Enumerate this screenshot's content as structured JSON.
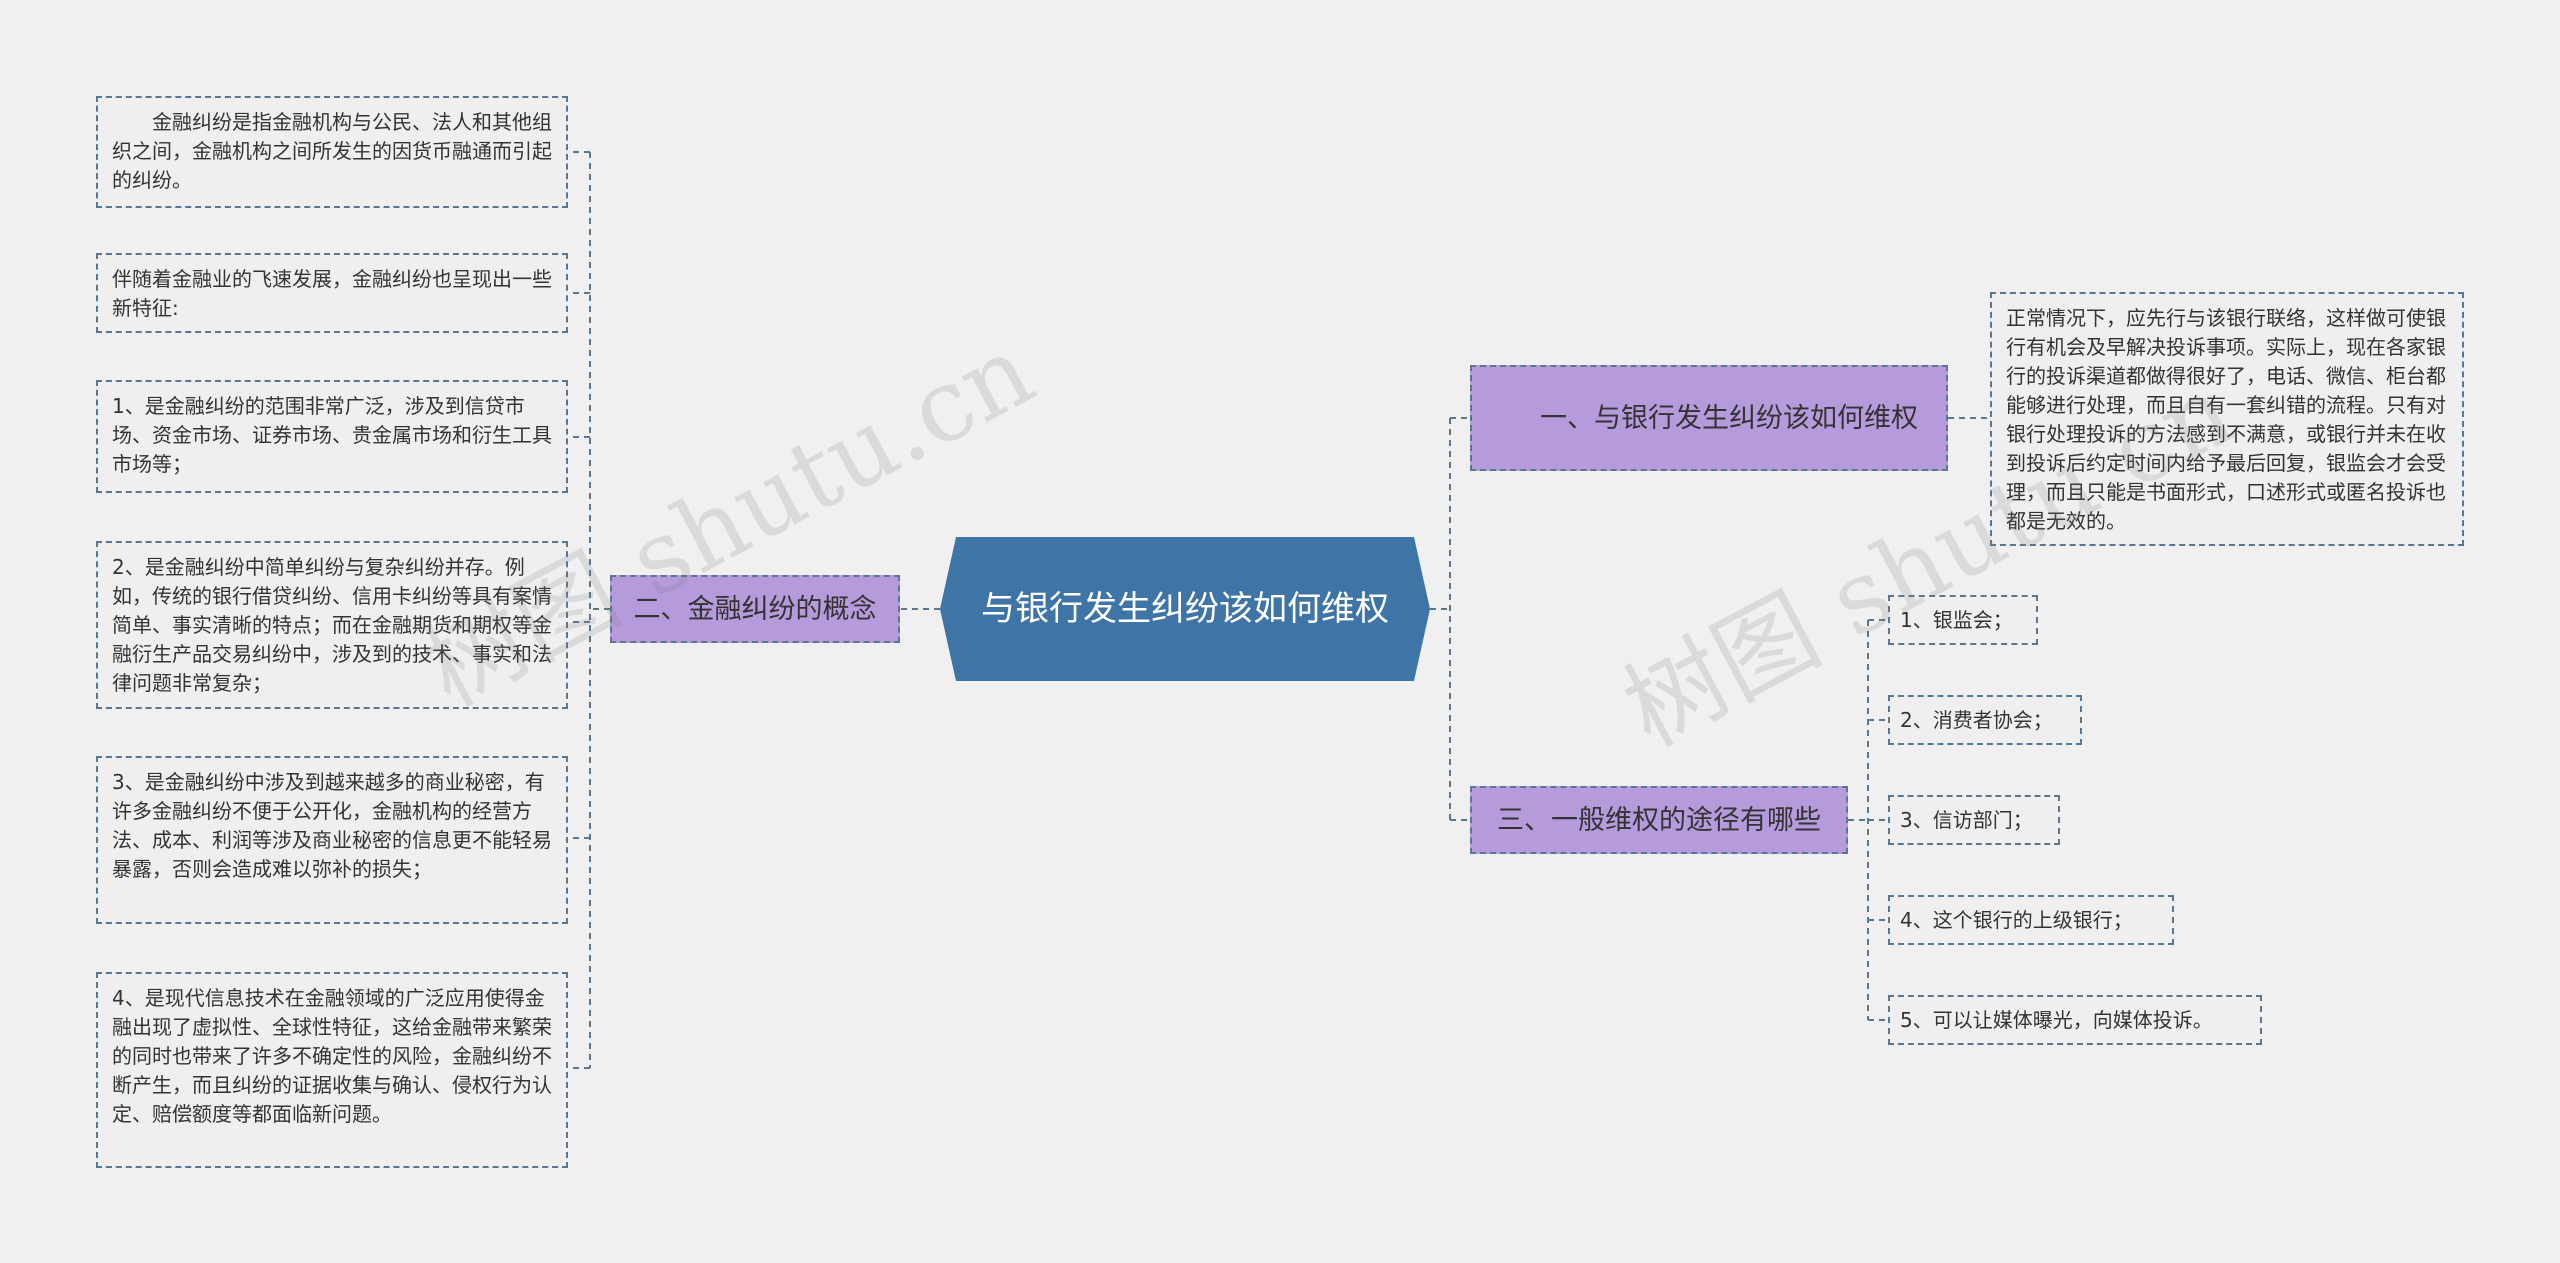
{
  "root": {
    "title": "与银行发生纠纷该如何维权"
  },
  "left_branch": {
    "title": "二、金融纠纷的概念",
    "leaves": [
      "　　金融纠纷是指金融机构与公民、法人和其他组织之间，金融机构之间所发生的因货币融通而引起的纠纷。",
      "伴随着金融业的飞速发展，金融纠纷也呈现出一些新特征:",
      "1、是金融纠纷的范围非常广泛，涉及到信贷市场、资金市场、证券市场、贵金属市场和衍生工具市场等；",
      "2、是金融纠纷中简单纠纷与复杂纠纷并存。例如，传统的银行借贷纠纷、信用卡纠纷等具有案情简单、事实清晰的特点；而在金融期货和期权等金融衍生产品交易纠纷中，涉及到的技术、事实和法律问题非常复杂；",
      "3、是金融纠纷中涉及到越来越多的商业秘密，有许多金融纠纷不便于公开化，金融机构的经营方法、成本、利润等涉及商业秘密的信息更不能轻易暴露，否则会造成难以弥补的损失；",
      "4、是现代信息技术在金融领域的广泛应用使得金融出现了虚拟性、全球性特征，这给金融带来繁荣的同时也带来了许多不确定性的风险，金融纠纷不断产生，而且纠纷的证据收集与确认、侵权行为认定、赔偿额度等都面临新问题。"
    ]
  },
  "right_branch_1": {
    "title": "　　一、与银行发生纠纷该如何维权",
    "leaf": "正常情况下，应先行与该银行联络，这样做可使银行有机会及早解决投诉事项。实际上，现在各家银行的投诉渠道都做得很好了，电话、微信、柜台都能够进行处理，而且自有一套纠错的流程。只有对银行处理投诉的方法感到不满意，或银行并未在收到投诉后约定时间内给予最后回复，银监会才会受理，而且只能是书面形式，口述形式或匿名投诉也都是无效的。"
  },
  "right_branch_2": {
    "title": "三、一般维权的途径有哪些",
    "leaves": [
      "1、银监会；",
      "2、消费者协会；",
      "3、信访部门；",
      "4、这个银行的上级银行；",
      "5、可以让媒体曝光，向媒体投诉。"
    ]
  },
  "watermarks": [
    "树图 shutu.cn",
    "树图 shutu.cn"
  ],
  "colors": {
    "background": "#f0f0f0",
    "root_fill": "#3e75a6",
    "branch_fill": "#b59bdc",
    "leaf_fill": "#efefef",
    "border": "#5a7690"
  }
}
